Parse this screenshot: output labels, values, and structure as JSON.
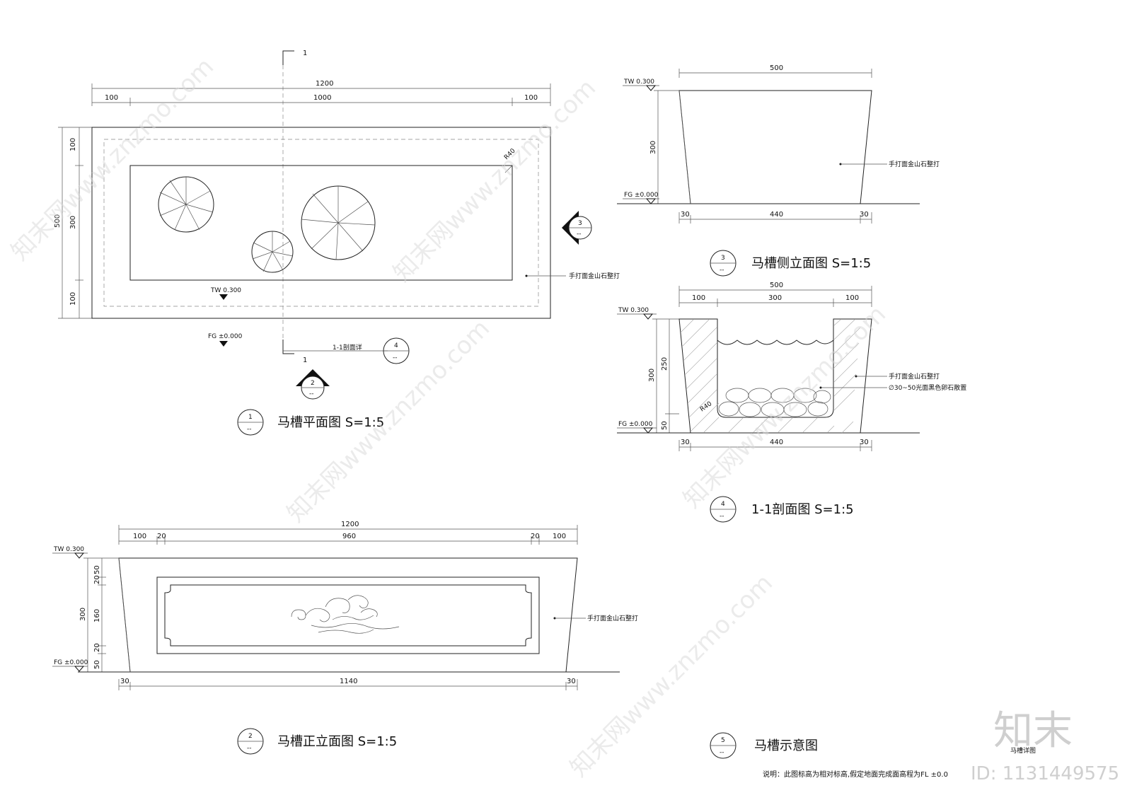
{
  "plan": {
    "section_mark": "1",
    "dims_top": {
      "total": "1200",
      "left": "100",
      "mid": "1000",
      "right": "100"
    },
    "dims_left": {
      "total": "500",
      "top": "100",
      "mid": "300",
      "bottom": "100"
    },
    "radius": "R40",
    "tw": "TW 0.300",
    "fg": "FG ±0.000",
    "material": "手打面金山石整打",
    "section_ref": "1-1剖面详",
    "bubble_sec": {
      "num": "4",
      "sub": "--"
    },
    "bubble_view2": {
      "num": "2",
      "sub": "--"
    },
    "bubble_view3": {
      "num": "3",
      "sub": "--"
    },
    "title_bubble": {
      "num": "1",
      "sub": "--"
    },
    "title": "马槽平面图  S=1:5"
  },
  "side": {
    "dim_top": "500",
    "tw": "TW 0.300",
    "fg": "FG ±0.000",
    "dim_height": "300",
    "dims_bottom": {
      "left": "30",
      "mid": "440",
      "right": "30"
    },
    "material": "手打面金山石整打",
    "title_bubble": {
      "num": "3",
      "sub": "--"
    },
    "title": "马槽侧立面图  S=1:5"
  },
  "section": {
    "dims_top": {
      "total": "500",
      "left": "100",
      "mid": "300",
      "right": "100"
    },
    "tw": "TW 0.300",
    "fg": "FG ±0.000",
    "dims_left": {
      "total": "300",
      "upper": "250",
      "lower": "50"
    },
    "radius": "R40",
    "dims_bottom": {
      "left": "30",
      "mid": "440",
      "right": "30"
    },
    "material": "手打面金山石整打",
    "pebbles": "∅30~50光面黑色卵石散置",
    "title_bubble": {
      "num": "4",
      "sub": "--"
    },
    "title": "1-1剖面图  S=1:5"
  },
  "front": {
    "dims_top": {
      "total": "1200",
      "a": "100",
      "b": "20",
      "c": "960",
      "d": "20",
      "e": "100"
    },
    "tw": "TW 0.300",
    "fg": "FG ±0.000",
    "dims_left": {
      "total": "300",
      "a": "50",
      "b": "20",
      "c": "160",
      "d": "20",
      "e": "50"
    },
    "dims_bottom": {
      "left": "30",
      "mid": "1140",
      "right": "30"
    },
    "material": "手打面金山石整打",
    "title_bubble": {
      "num": "2",
      "sub": "--"
    },
    "title": "马槽正立面图  S=1:5"
  },
  "sketch": {
    "title_bubble": {
      "num": "5",
      "sub": "--"
    },
    "title": "马槽示意图"
  },
  "note": "说明：此图标高为相对标高,假定地面完成面高程为FL ±0.0",
  "stamp": "马槽详图",
  "watermark": {
    "brand": "知末",
    "id": "ID: 1131449575",
    "text": "知末网www.znzmo.com"
  }
}
